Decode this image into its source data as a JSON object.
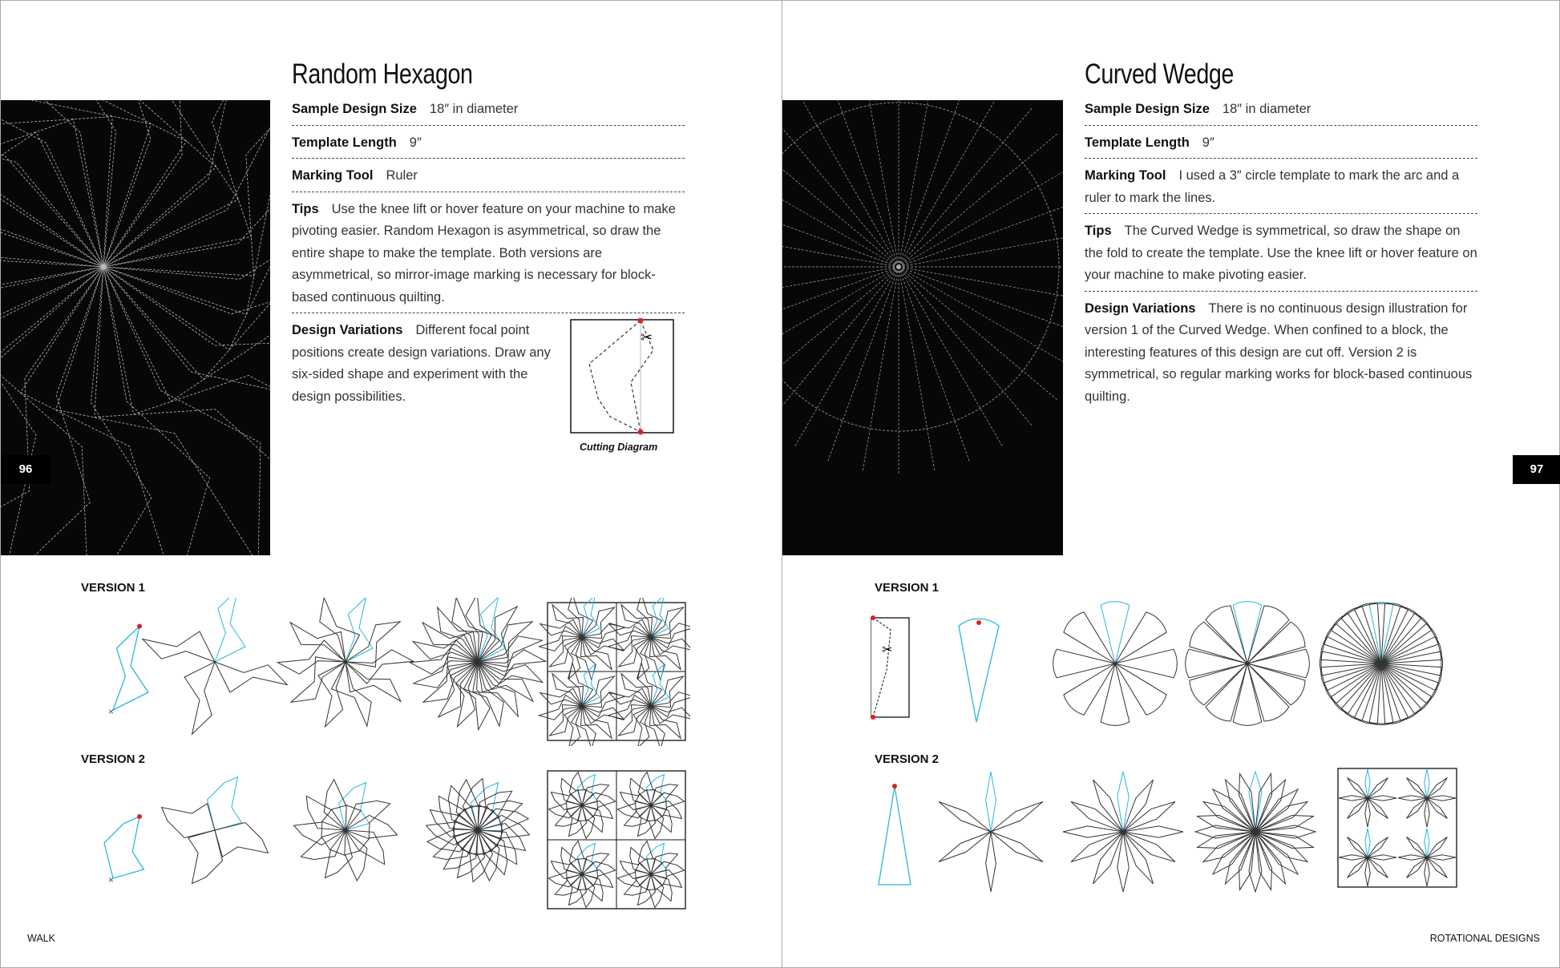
{
  "left": {
    "page_number": "96",
    "title": "Random Hexagon",
    "specs": [
      {
        "label": "Sample Design Size",
        "value": "18″ in diameter"
      },
      {
        "label": "Template Length",
        "value": "9″"
      },
      {
        "label": "Marking Tool",
        "value": "Ruler"
      },
      {
        "label": "Tips",
        "value": "Use the knee lift or hover feature on your machine to make pivoting easier. Random Hexagon is asymmetrical, so draw the entire shape to make the template. Both versions are asymmetrical, so mirror-image marking is necessary for block-based continuous quilting."
      },
      {
        "label": "Design Variations",
        "value": "Different focal point positions create design variations. Draw any six-sided shape and experiment with the design possibilities."
      }
    ],
    "cutting_caption": "Cutting Diagram",
    "version1": "VERSION 1",
    "version2": "VERSION 2",
    "footer": "WALK"
  },
  "right": {
    "page_number": "97",
    "title": "Curved Wedge",
    "specs": [
      {
        "label": "Sample Design Size",
        "value": "18″ in diameter"
      },
      {
        "label": "Template Length",
        "value": "9″"
      },
      {
        "label": "Marking Tool",
        "value": "I used a 3″ circle template to mark the arc and a ruler to mark the lines."
      },
      {
        "label": "Tips",
        "value": "The Curved Wedge is symmetrical, so draw the shape on the fold to create the template. Use the knee lift or hover feature on your machine to make pivoting easier."
      },
      {
        "label": "Design Variations",
        "value": "There is no continuous design illustration for version 1 of the Curved Wedge. When confined to a block, the interesting features of this design are cut off. Version 2 is symmetrical, so regular marking works for block-based continuous quilting."
      }
    ],
    "version1": "VERSION 1",
    "version2": "VERSION 2",
    "footer": "ROTATIONAL DESIGNS"
  },
  "colors": {
    "accent": "#29b6e0",
    "marker": "#e02020",
    "photo_bg": "#070707"
  }
}
